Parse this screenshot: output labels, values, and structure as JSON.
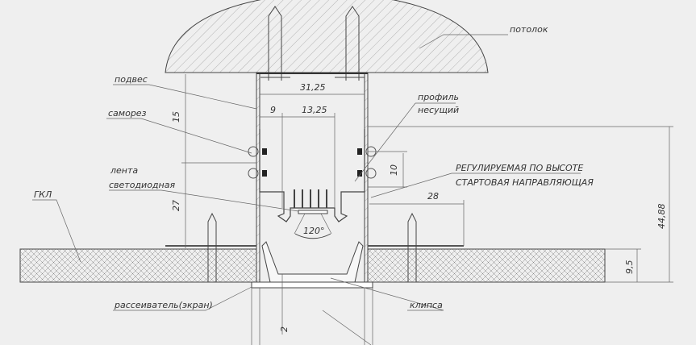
{
  "labels": {
    "ceiling": "потолок",
    "hanger": "подвес",
    "screw": "саморез",
    "profile_line1": "профиль",
    "profile_line2": "несущий",
    "led_line1": "лента",
    "led_line2": "светодиодная",
    "drywall": "ГКЛ",
    "guide_line1": "РЕГУЛИРУЕМАЯ ПО ВЫСОТЕ",
    "guide_line2": "СТАРТОВАЯ НАПРАВЛЯЮЩАЯ",
    "diffuser": "рассеиватель(экран)",
    "clip": "клипса"
  },
  "dimensions": {
    "inner_width": "31,25",
    "offset": "9",
    "led_width": "13,25",
    "upper_height": "15",
    "lower_height": "27",
    "screw_spacing": "10",
    "guide_width": "28",
    "total_height": "44,88",
    "drywall_thickness": "9,5",
    "diffuser_offset": "2",
    "beam_angle": "120°"
  },
  "colors": {
    "background": "#efefef",
    "line": "#444444"
  }
}
